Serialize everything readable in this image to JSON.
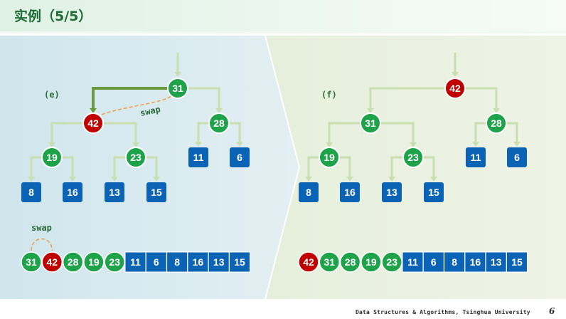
{
  "title": "实例（5/5）",
  "footer": "Data Structures & Algorithms, Tsinghua University",
  "page_number": "6",
  "colors": {
    "green": "#1ea34a",
    "red": "#c00000",
    "blue": "#0a63b5",
    "edge": "#c9dfb0",
    "active_edge": "#6b9a3e",
    "swap": "#f0a050"
  },
  "left": {
    "label": "(e)",
    "swap_label": "swap",
    "array_swap_label": "swap",
    "tree": [
      "31",
      "42",
      "28",
      "19",
      "23",
      "11",
      "6",
      "8",
      "16",
      "13",
      "15"
    ],
    "array": [
      {
        "v": "31",
        "c": "green"
      },
      {
        "v": "42",
        "c": "red"
      },
      {
        "v": "28",
        "c": "green"
      },
      {
        "v": "19",
        "c": "green"
      },
      {
        "v": "23",
        "c": "green"
      },
      {
        "v": "11",
        "c": "blue"
      },
      {
        "v": "6",
        "c": "blue"
      },
      {
        "v": "8",
        "c": "blue"
      },
      {
        "v": "16",
        "c": "blue"
      },
      {
        "v": "13",
        "c": "blue"
      },
      {
        "v": "15",
        "c": "blue"
      }
    ]
  },
  "right": {
    "label": "(f)",
    "tree": [
      "42",
      "31",
      "28",
      "19",
      "23",
      "11",
      "6",
      "8",
      "16",
      "13",
      "15"
    ],
    "array": [
      {
        "v": "42",
        "c": "red"
      },
      {
        "v": "31",
        "c": "green"
      },
      {
        "v": "28",
        "c": "green"
      },
      {
        "v": "19",
        "c": "green"
      },
      {
        "v": "23",
        "c": "green"
      },
      {
        "v": "11",
        "c": "blue"
      },
      {
        "v": "6",
        "c": "blue"
      },
      {
        "v": "8",
        "c": "blue"
      },
      {
        "v": "16",
        "c": "blue"
      },
      {
        "v": "13",
        "c": "blue"
      },
      {
        "v": "15",
        "c": "blue"
      }
    ]
  }
}
